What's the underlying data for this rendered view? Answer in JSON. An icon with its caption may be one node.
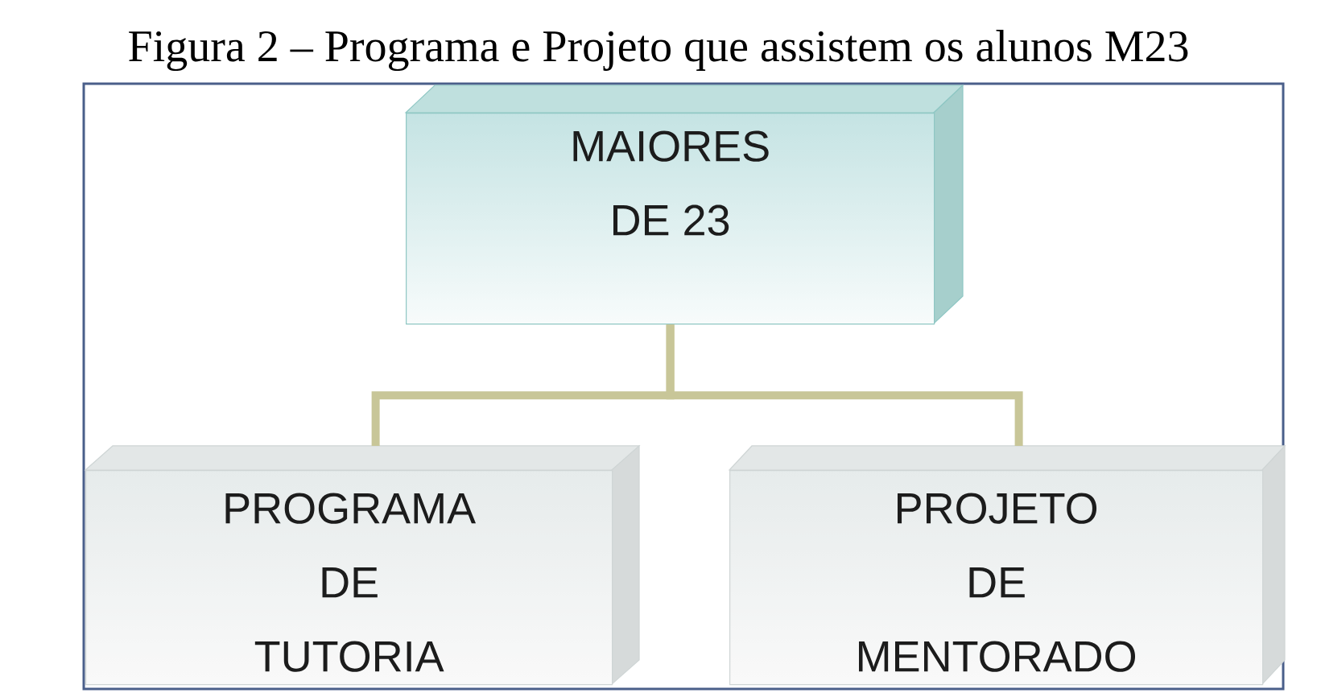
{
  "diagram": {
    "title": "Figura 2 – Programa e Projeto que assistem os alunos M23",
    "nodes": [
      {
        "text": [
          "MAIORES DE 23"
        ]
      },
      {
        "text": [
          "PROGRAMA DE TUTORIA"
        ]
      },
      {
        "text": [
          "PROJETO DE MENTORADO"
        ]
      }
    ],
    "edges": [
      {
        "from": 0,
        "to": 1,
        "arrow": "none"
      },
      {
        "from": 0,
        "to": 2,
        "arrow": "none"
      }
    ]
  }
}
